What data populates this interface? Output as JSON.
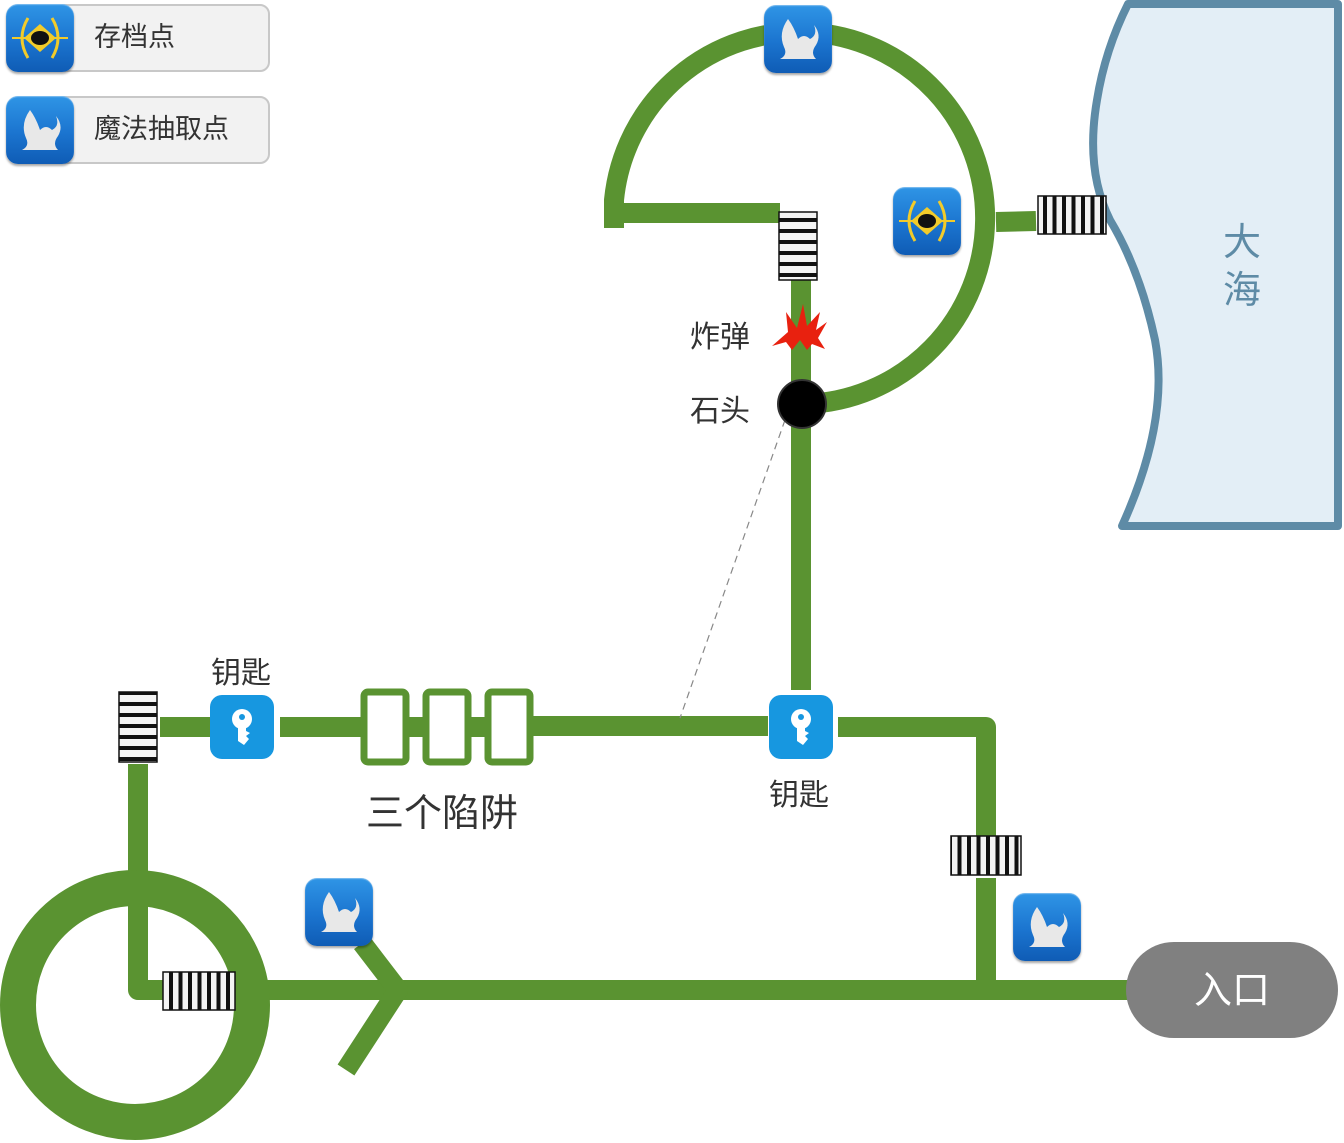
{
  "colors": {
    "path": "#5a9331",
    "sea_fill": "#e3eef6",
    "sea_border": "#5e8ba6",
    "icon_blue": "#1b74cf",
    "key_blue": "#1797e0",
    "entrance_fill": "#808080",
    "bomb": "#e8210f",
    "stone": "#000000",
    "text": "#333333"
  },
  "legend": {
    "items": [
      {
        "icon": "save-point-icon",
        "label": "存档点"
      },
      {
        "icon": "magic-draw-icon",
        "label": "魔法抽取点"
      }
    ]
  },
  "map": {
    "sea": {
      "label_line1": "大",
      "label_line2": "海"
    },
    "entrance": {
      "label": "入口"
    },
    "traps": {
      "label": "三个陷阱",
      "count": 3
    },
    "bomb": {
      "label": "炸弹",
      "icon": "explosion-icon"
    },
    "stone": {
      "label": "石头"
    },
    "keys": [
      {
        "label": "钥匙",
        "icon": "key-icon",
        "location": "west-corridor"
      },
      {
        "label": "钥匙",
        "icon": "key-icon",
        "location": "junction"
      }
    ],
    "doors": [
      {
        "icon": "door-icon",
        "location": "west-corridor-end"
      },
      {
        "icon": "door-icon",
        "location": "top-room-south"
      },
      {
        "icon": "door-icon",
        "location": "sea-gate"
      },
      {
        "icon": "door-icon",
        "location": "east-corridor"
      },
      {
        "icon": "door-icon",
        "location": "ring-center"
      }
    ],
    "magic_points": [
      "top-room-north",
      "near-arrow",
      "near-entrance"
    ],
    "save_points": [
      "top-room-east"
    ]
  }
}
